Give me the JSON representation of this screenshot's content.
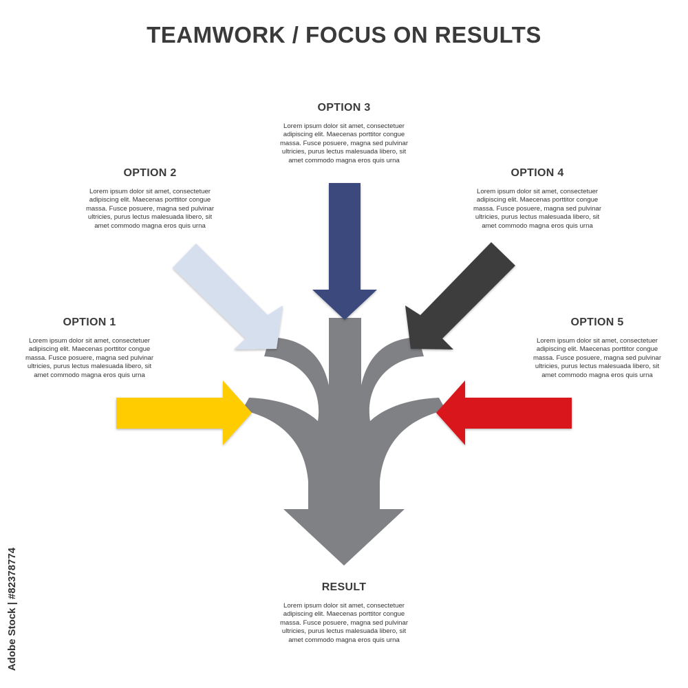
{
  "title": "TEAMWORK / FOCUS ON RESULTS",
  "body_text": "Lorem ipsum dolor sit amet, consectetuer\nadipiscing elit. Maecenas porttitor congue\nmassa. Fusce posuere, magna sed pulvinar\nultricies, purus lectus malesuada libero, sit\namet commodo magna eros quis urna",
  "options": [
    {
      "label": "OPTION 1",
      "color": "#FFCC00"
    },
    {
      "label": "OPTION 2",
      "color": "#D6DFEE"
    },
    {
      "label": "OPTION 3",
      "color": "#3A4A7C"
    },
    {
      "label": "OPTION 4",
      "color": "#3C3C3E"
    },
    {
      "label": "OPTION 5",
      "color": "#D9181F"
    }
  ],
  "result": {
    "label": "RESULT",
    "color": "#808184"
  },
  "watermark": "Adobe Stock | #82378774"
}
